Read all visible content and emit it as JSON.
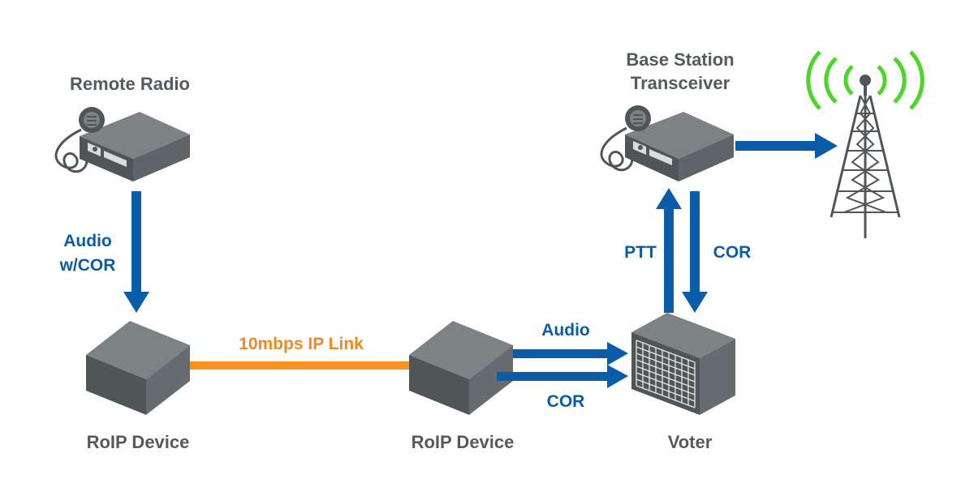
{
  "labels": {
    "remote_radio": "Remote Radio",
    "base_station_line1": "Base Station",
    "base_station_line2": "Transceiver",
    "roip_device_left": "RoIP Device",
    "roip_device_right": "RoIP Device",
    "voter": "Voter",
    "ip_link": "10mbps IP Link",
    "audio_cor_line1": "Audio",
    "audio_cor_line2": "w/COR",
    "audio": "Audio",
    "cor_bottom": "COR",
    "ptt": "PTT",
    "cor_right": "COR"
  },
  "colors": {
    "device_dark": "#505658",
    "device_light": "#7d8285",
    "arrow_blue": "#0b5ca8",
    "link_orange": "#f7931e",
    "signal_green": "#4cd629",
    "label_gray": "#555a5c"
  },
  "icons": {
    "radio": "two-way-radio-icon",
    "tower": "radio-tower-icon",
    "voter": "voter-rack-icon",
    "roip": "roip-box-icon"
  }
}
